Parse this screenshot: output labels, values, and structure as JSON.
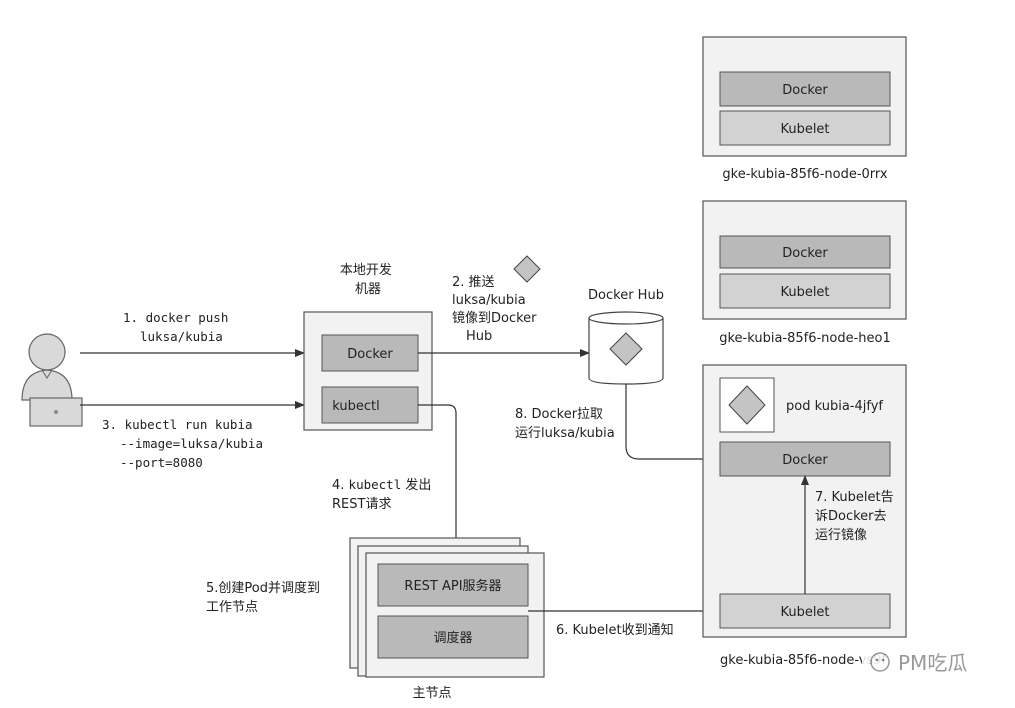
{
  "dev_machine": {
    "title_lines": [
      "本地开发",
      "机器"
    ],
    "docker": "Docker",
    "kubectl": "kubectl"
  },
  "docker_hub": {
    "label": "Docker Hub"
  },
  "master": {
    "rest_api": "REST API服务器",
    "scheduler": "调度器",
    "title": "主节点"
  },
  "nodes": [
    {
      "name": "gke-kubia-85f6-node-0rrx",
      "docker": "Docker",
      "kubelet": "Kubelet"
    },
    {
      "name": "gke-kubia-85f6-node-heo1",
      "docker": "Docker",
      "kubelet": "Kubelet"
    },
    {
      "name": "gke-kubia-85f6-node-vs9f",
      "docker": "Docker",
      "kubelet": "Kubelet",
      "pod": "pod kubia-4jfyf"
    }
  ],
  "steps": {
    "s1": [
      "1. docker push",
      "luksa/kubia"
    ],
    "s2": [
      "2. 推送",
      "luksa/kubia",
      "镜像到Docker",
      "Hub"
    ],
    "s3": [
      "3. kubectl run kubia",
      "--image=luksa/kubia",
      "--port=8080"
    ],
    "s4_prefix": "4. ",
    "s4_code": "kubectl",
    "s4_suffix": " 发出",
    "s4_line2": "REST请求",
    "s5": [
      "5.创建Pod并调度到",
      "工作节点"
    ],
    "s6": "6.  Kubelet收到通知",
    "s7": [
      "7. Kubelet告",
      "诉Docker去",
      "运行镜像"
    ],
    "s8": [
      "8. Docker拉取",
      "运行luksa/kubia"
    ]
  },
  "watermark": "PM吃瓜"
}
